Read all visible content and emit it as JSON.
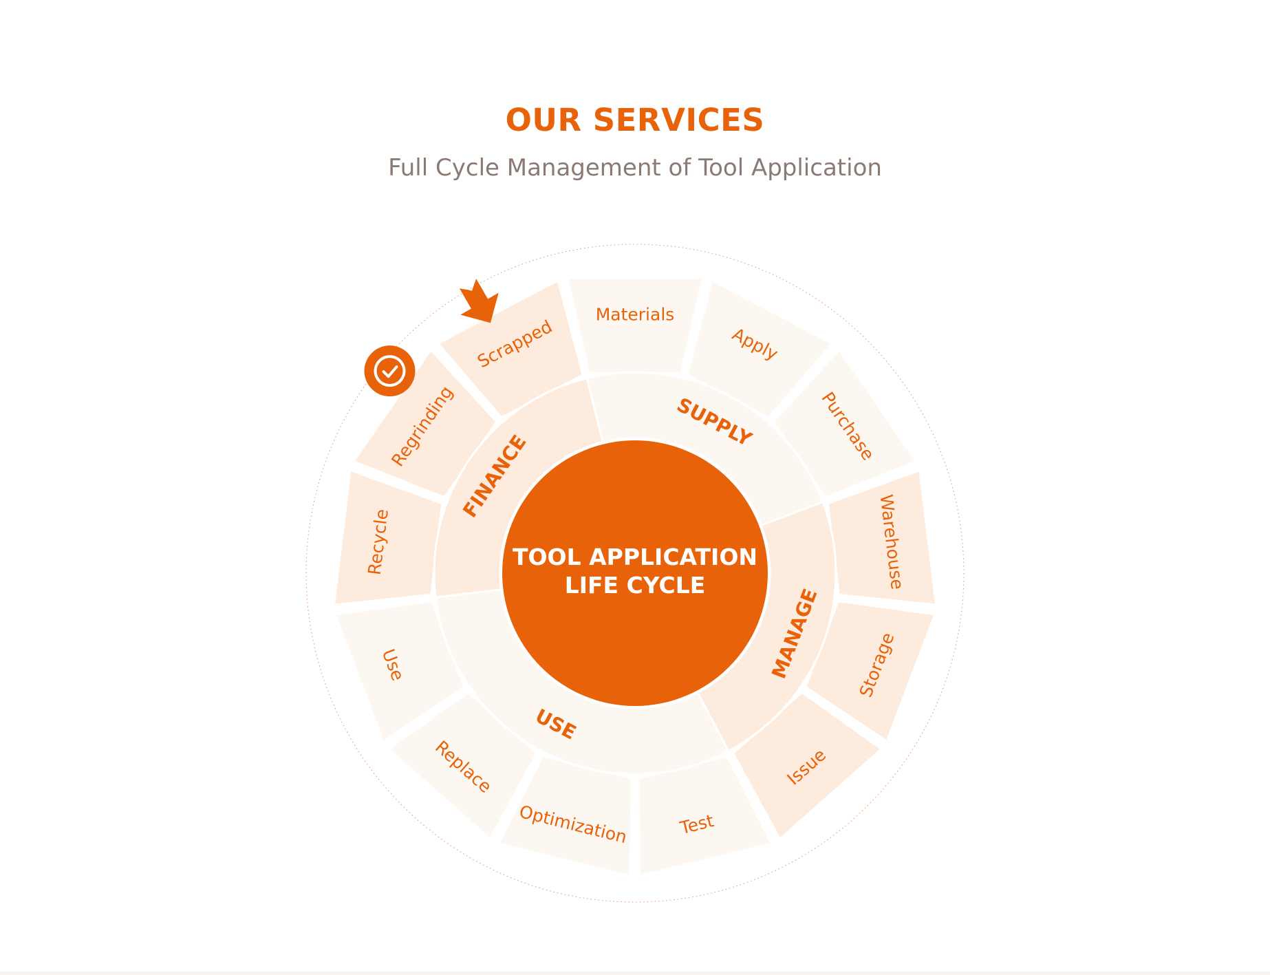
{
  "header": {
    "title": "OUR SERVICES",
    "subtitle": "Full Cycle Management of Tool Application"
  },
  "diagram": {
    "center": {
      "line1": "TOOL APPLICATION",
      "line2": "LIFE CYCLE"
    },
    "phases": [
      {
        "id": "supply",
        "label": "SUPPLY"
      },
      {
        "id": "manage",
        "label": "MANAGE"
      },
      {
        "id": "use",
        "label": "USE"
      },
      {
        "id": "finance",
        "label": "FINANCE"
      }
    ],
    "segments": [
      {
        "label": "Materials",
        "phase": "supply"
      },
      {
        "label": "Apply",
        "phase": "supply"
      },
      {
        "label": "Purchase",
        "phase": "supply"
      },
      {
        "label": "Warehouse",
        "phase": "manage"
      },
      {
        "label": "Storage",
        "phase": "manage"
      },
      {
        "label": "Issue",
        "phase": "manage"
      },
      {
        "label": "Test",
        "phase": "use"
      },
      {
        "label": "Optimization",
        "phase": "use"
      },
      {
        "label": "Replace",
        "phase": "use"
      },
      {
        "label": "Use",
        "phase": "use"
      },
      {
        "label": "Recycle",
        "phase": "finance"
      },
      {
        "label": "Regrinding",
        "phase": "finance"
      },
      {
        "label": "Scrapped",
        "phase": "finance"
      }
    ],
    "icons": [
      "check-badge-icon",
      "arrow-icon"
    ],
    "colors": {
      "accent": "#e8620a",
      "light_fill": "#fdf7f2",
      "dark_fill": "#fdebdd",
      "muted_text": "#8a7a73"
    }
  }
}
